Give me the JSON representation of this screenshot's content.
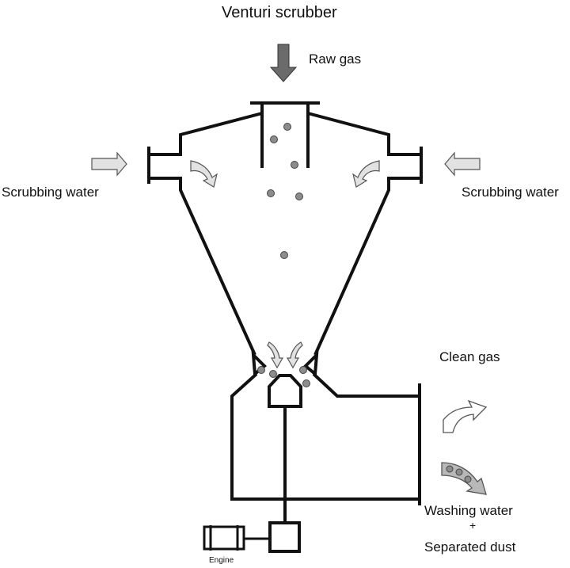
{
  "title": "Venturi scrubber",
  "labels": {
    "raw_gas": "Raw gas",
    "scrubbing_water_left": "Scrubbing water",
    "scrubbing_water_right": "Scrubbing water",
    "clean_gas": "Clean gas",
    "washing_water": "Washing water",
    "plus": "+",
    "separated_dust": "Separated dust",
    "engine": "Engine"
  },
  "colors": {
    "line": "#111111",
    "dark_arrow": "#6b6b6b",
    "light_arrow": "#e2e2e2",
    "particle": "#8c8c8c"
  }
}
